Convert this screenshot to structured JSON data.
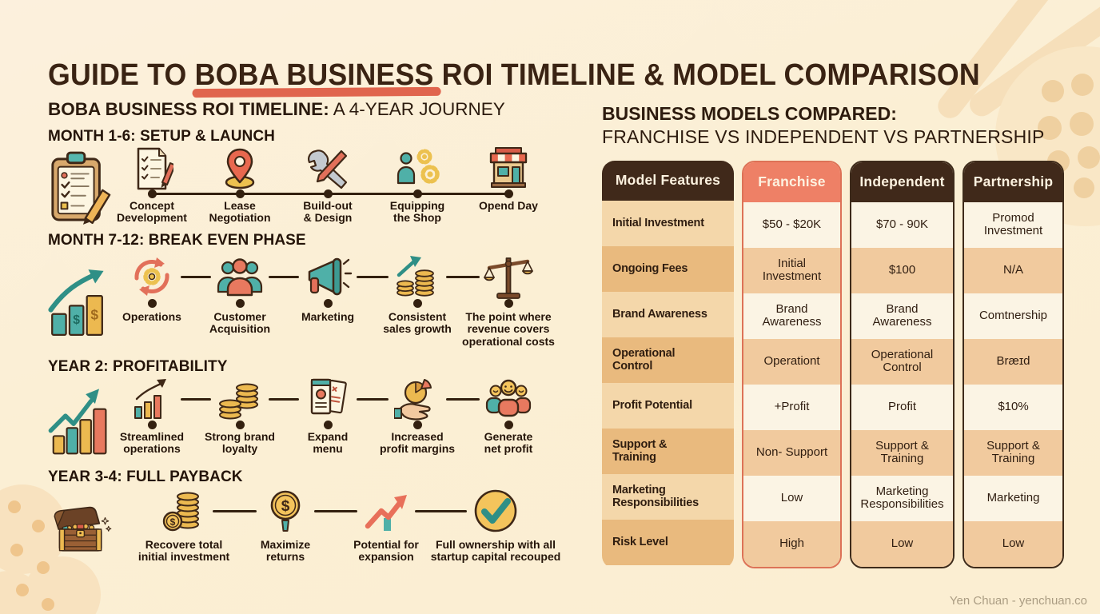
{
  "title": {
    "pre": "GUIDE TO ",
    "highlight": "BOBA BUSINESS",
    "post": " ROI TIMELINE & MODEL COMPARISON"
  },
  "timeline": {
    "heading_bold": "BOBA BUSINESS ROI TIMELINE:",
    "heading_regular": " A 4-YEAR JOURNEY",
    "phases": [
      {
        "title": "MONTH 1-6: SETUP & LAUNCH",
        "big_icon": "clipboard-checklist-icon",
        "steps": [
          {
            "label": "Concept\nDevelopment",
            "icon": "document-pencil-icon"
          },
          {
            "label": "Lease\nNegotiation",
            "icon": "map-pin-icon"
          },
          {
            "label": "Build-out\n& Design",
            "icon": "tools-icon"
          },
          {
            "label": "Equipping\nthe Shop",
            "icon": "person-gears-icon"
          },
          {
            "label": "Opend Day",
            "icon": "storefront-icon"
          }
        ]
      },
      {
        "title": "MONTH 7-12: BREAK EVEN PHASE",
        "big_icon": "growth-bars-icon",
        "steps": [
          {
            "label": "Operations",
            "icon": "gears-cycle-icon"
          },
          {
            "label": "Customer\nAcquisition",
            "icon": "people-group-icon"
          },
          {
            "label": "Marketing",
            "icon": "megaphone-icon"
          },
          {
            "label": "Consistent\nsales growth",
            "icon": "coins-growth-icon"
          },
          {
            "label": "The point where\nrevenue covers\noperational costs",
            "icon": "balance-scale-icon"
          }
        ]
      },
      {
        "title": "YEAR 2: PROFITABILITY",
        "big_icon": "zigzag-chart-icon",
        "steps": [
          {
            "label": "Streamlined\noperations",
            "icon": "mini-chart-icon"
          },
          {
            "label": "Strong brand\nloyalty",
            "icon": "coin-stacks-icon"
          },
          {
            "label": "Expand\nmenu",
            "icon": "menu-cards-icon"
          },
          {
            "label": "Increased\nprofit margins",
            "icon": "hand-pie-icon"
          },
          {
            "label": "Generate\nnet profit",
            "icon": "happy-customers-icon"
          }
        ]
      },
      {
        "title": "YEAR 3-4: FULL PAYBACK",
        "big_icon": "treasure-chest-icon",
        "steps": [
          {
            "label": "Recovere total\ninitial investment",
            "icon": "coin-pile-icon"
          },
          {
            "label": "Maximize\nreturns",
            "icon": "dollar-coin-icon"
          },
          {
            "label": "Potential for\nexpansion",
            "icon": "expansion-arrow-icon"
          },
          {
            "label": "Full ownership with all\nstartup capital recouped",
            "icon": "check-circle-icon"
          }
        ]
      }
    ]
  },
  "comparison": {
    "heading_bold": "BUSINESS MODELS COMPARED:",
    "heading_regular": "FRANCHISE VS INDEPENDENT VS PARTNERSHIP",
    "columns": [
      {
        "label": "Model Features",
        "style": "features",
        "cells": [
          "Initial Investment",
          "Ongoing Fees",
          "Brand Awareness",
          "Operational\nControl",
          "Profit Potential",
          "Support &\nTraining",
          "Marketing\nResponsibilities",
          "Risk Level"
        ]
      },
      {
        "label": "Franchise",
        "style": "franchise",
        "cells": [
          "$50 - $20K",
          "Initial\nInvestment",
          "Brand\nAwareness",
          "Operationt",
          "+Profit",
          "Non- Support",
          "Low",
          "High"
        ]
      },
      {
        "label": "Independent",
        "style": "dark",
        "cells": [
          "$70 - 90K",
          "$100",
          "Brand\nAwareness",
          "Operational\nControl",
          "Profit",
          "Support &\nTraining",
          "Marketing\nResponsibilities",
          "Low"
        ]
      },
      {
        "label": "Partnership",
        "style": "dark",
        "cells": [
          "Promod\nInvestment",
          "N/A",
          "Comtnership",
          "Bræɪd",
          "$10%",
          "Support &\nTraining",
          "Marketing",
          "Low"
        ]
      }
    ]
  },
  "footer": {
    "credit": "Yen Chuan - yenchuan.co"
  },
  "colors": {
    "background": "#fbefd4",
    "title_text": "#3a2313",
    "underline_red": "#e0654e",
    "header_brown": "#40291a",
    "accent_salmon": "#ee8066",
    "features_light": "#f4d7aa",
    "features_dark": "#e9ba7e",
    "cell_light": "#fbf4e4",
    "cell_dark": "#f1ca9e",
    "teal": "#4fb0a8",
    "gold": "#ecb950",
    "credit_text": "#ab9d83"
  }
}
